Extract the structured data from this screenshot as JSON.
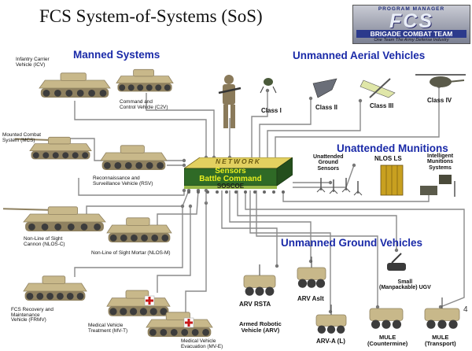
{
  "title": "FCS System-of-Systems (SoS)",
  "logo": {
    "program_manager": "PROGRAM MANAGER",
    "acronym": "FCS",
    "team": "BRIGADE COMBAT TEAM",
    "slogan": "One Team  The Army Defense Industry"
  },
  "hub": {
    "lines": [
      "NETWORK",
      "Sensors",
      "Battle Command",
      "SOSCOE"
    ],
    "colors": {
      "top": "#e2d060",
      "mid": "#2f6a26",
      "text_light": "#e8ee20",
      "text_dark": "#1a1a1a"
    }
  },
  "sections": {
    "manned": "Manned Systems",
    "uav": "Unmanned Aerial Vehicles",
    "munitions": "Unattended Munitions",
    "ugv": "Unmanned Ground Vehicles"
  },
  "heading_color": "#1a2aa8",
  "manned": {
    "icv": [
      "Infantry Carrier",
      "Vehicle (ICV)"
    ],
    "c2v": [
      "Command and",
      "Control Vehicle (C2V)"
    ],
    "mcs": [
      "Mounted Combat",
      "System (MCS)"
    ],
    "rsv": [
      "Reconnaissance and",
      "Surveillance Vehicle (RSV)"
    ],
    "nlos_c": [
      "Non-Line of Sight",
      "Cannon (NLOS-C)"
    ],
    "nlos_m": "Non-Line of Sight Mortar (NLOS-M)",
    "frmv": [
      "FCS Recovery and",
      "Maintenance",
      "Vehicle (FRMV)"
    ],
    "mv_t": [
      "Medical Vehicle",
      "Treatment (MV-T)"
    ],
    "mv_e": [
      "Medical Vehicle",
      "Evacuation (MV-E)"
    ]
  },
  "uav_items": [
    "Class I",
    "Class II",
    "Class III",
    "Class IV"
  ],
  "munitions_items": {
    "ugs": [
      "Unattended",
      "Ground",
      "Sensors"
    ],
    "nlos_ls": "NLOS LS",
    "ims": [
      "Intelligent",
      "Munitions",
      "Systems"
    ]
  },
  "ugv_items": {
    "small_ugv": [
      "Small",
      "(Manpackable) UGV"
    ],
    "arv_rsta": "ARV RSTA",
    "arv_aslt": "ARV Aslt",
    "arv_caption": [
      "Armed Robotic",
      "Vehicle (ARV)"
    ],
    "arv_a_l": "ARV-A (L)",
    "mule_c": [
      "MULE",
      "(Countermine)"
    ],
    "mule_t": [
      "MULE",
      "(Transport)"
    ]
  },
  "page_number": "4",
  "colors": {
    "wire": "#8a8a8a",
    "vehicle": "#c8b88a",
    "vehicle_dark": "#8f8160",
    "wheel": "#3c3c3c",
    "soldier": "#8a7a5a",
    "crate": "#c8a020"
  }
}
